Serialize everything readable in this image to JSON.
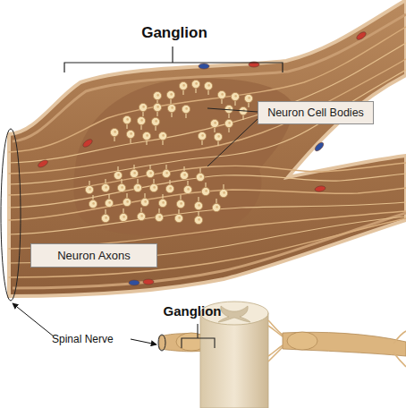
{
  "diagram": {
    "nodes": [
      {
        "text": [
          "Neuron Cell Bodies"
        ]
      },
      {
        "text": [
          "Neuron Axons"
        ]
      }
    ],
    "labels": [
      "Ganglion",
      "Spinal Nerve",
      "Ganglion"
    ]
  }
}
